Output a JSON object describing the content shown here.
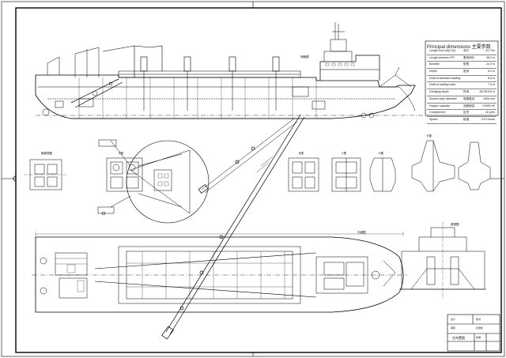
{
  "principal_dimensions": {
    "title": "Principal dimensions 主要参数",
    "rows": [
      {
        "en": "Length over all(LOA)",
        "cn": "总长",
        "value": "~117.2m"
      },
      {
        "en": "Length between P.P.",
        "cn": "垂线间长",
        "value": "98.0 m"
      },
      {
        "en": "Breadth",
        "cn": "型宽",
        "value": "22.0 m"
      },
      {
        "en": "Depth",
        "cn": "型深",
        "value": "8.4 m"
      },
      {
        "en": "Draft at standard loading",
        "cn": "",
        "value": "6.5 m"
      },
      {
        "en": "Draft at loading mark",
        "cn": "",
        "value": "7.5 m"
      },
      {
        "en": "Dredging depth",
        "cn": "挖深",
        "value": "45/75/115 m"
      },
      {
        "en": "Suction pipe diameter",
        "cn": "吸管直径",
        "value": "1000 mm"
      },
      {
        "en": "Hopper capacity",
        "cn": "泥舱舱容",
        "value": "~10000 m³"
      },
      {
        "en": "Complement",
        "cn": "定员",
        "value": "40 pers"
      },
      {
        "en": "Speed",
        "cn": "航速",
        "value": "~13.5 knots"
      }
    ]
  },
  "view_labels": {
    "side_elevation": "侧面图",
    "plan_view": "平面图",
    "section_a": "A视",
    "section_b": "B视",
    "section_c": "C视",
    "section_d": "D视",
    "section_e": "E视",
    "detail_1": "局部视图",
    "front_view": "首视图"
  },
  "title_block": {
    "drawing_name": "总布置图",
    "labels": [
      "设计",
      "校对",
      "审核",
      "标准化",
      "批准"
    ]
  },
  "colors": {
    "line": "#000000",
    "paper": "#ffffff"
  }
}
